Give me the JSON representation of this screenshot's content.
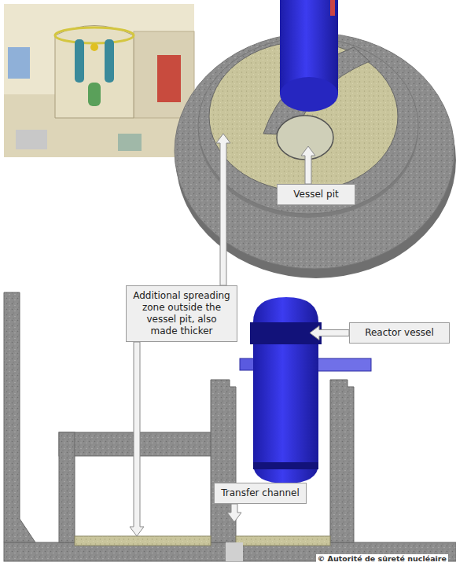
{
  "diagram": {
    "nodes": [
      {
        "text": [
          "Vessel pit"
        ]
      },
      {
        "text": [
          "Additional spreading zone outside the vessel pit, also made thicker"
        ]
      },
      {
        "text": [
          "Reactor vessel"
        ]
      },
      {
        "text": [
          "Transfer channel"
        ]
      }
    ],
    "labels": [
      "© Autorité de sûreté nucléaire"
    ]
  }
}
